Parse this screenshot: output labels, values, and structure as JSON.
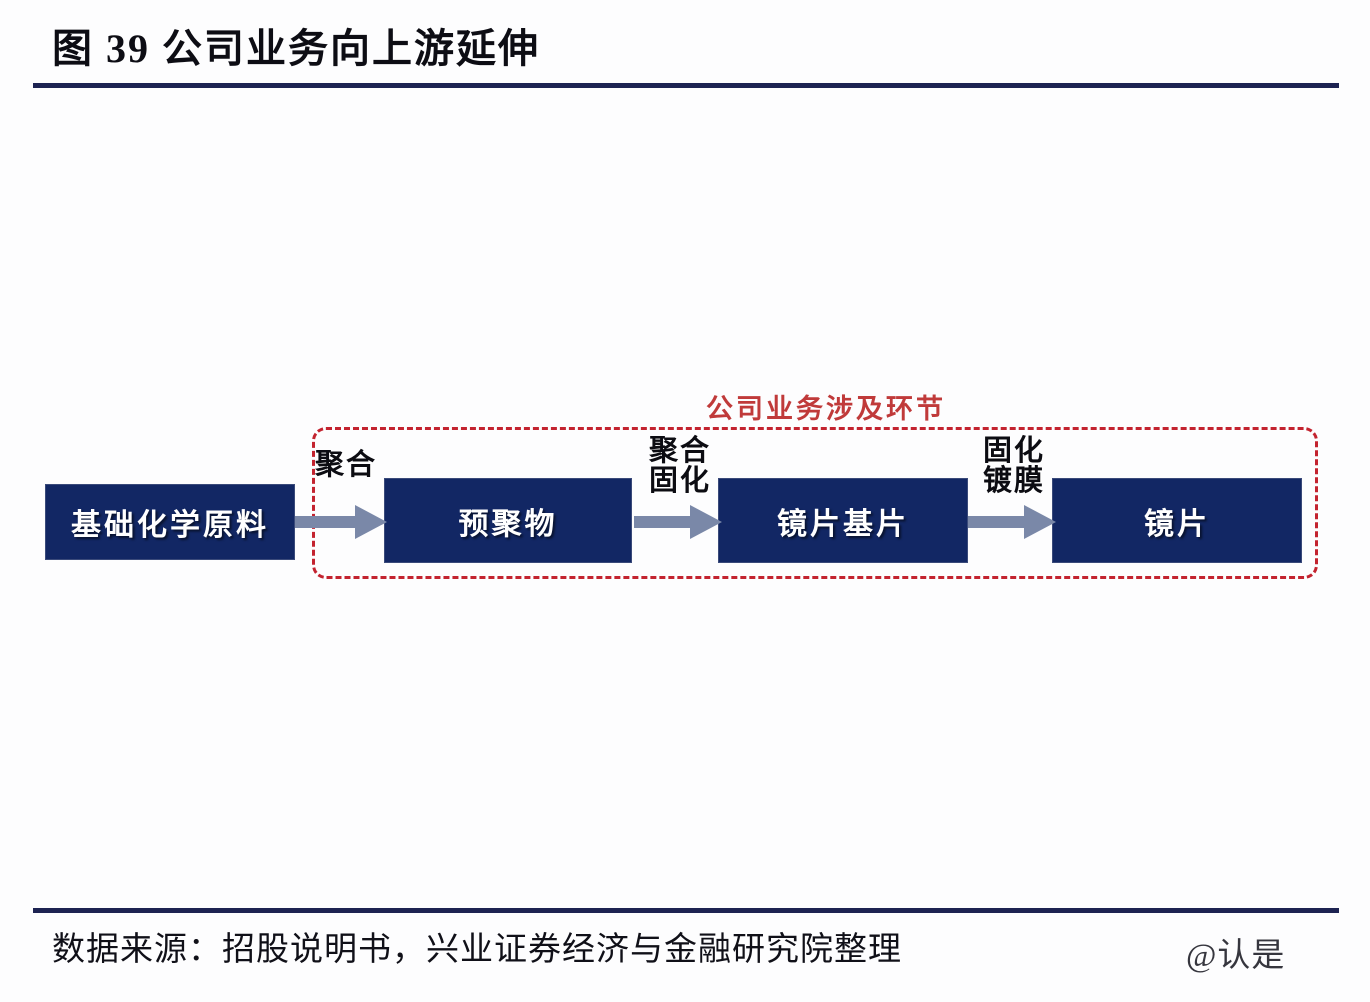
{
  "header": {
    "figure_number": "图 39",
    "title": "图 39  公司业务向上游延伸"
  },
  "footer": {
    "source": "数据来源：招股说明书，兴业证券经济与金融研究院整理",
    "watermark": "@认是"
  },
  "diagram": {
    "scope_label": "公司业务涉及环节",
    "scope_color": "#c3232f",
    "node_color": "#122764",
    "arrow_color": "#7a88a8",
    "nodes": [
      {
        "id": "raw",
        "label": "基础化学原料"
      },
      {
        "id": "prepoly",
        "label": "预聚物"
      },
      {
        "id": "substrate",
        "label": "镜片基片"
      },
      {
        "id": "lens",
        "label": "镜片"
      }
    ],
    "steps": [
      {
        "id": "step1",
        "line1": "聚合",
        "line2": ""
      },
      {
        "id": "step2",
        "line1": "聚合",
        "line2": "固化"
      },
      {
        "id": "step3",
        "line1": "固化",
        "line2": "镀膜"
      }
    ]
  },
  "chart_data": {
    "type": "diagram",
    "title": "图 39  公司业务向上游延伸",
    "flow": [
      "基础化学原料",
      "预聚物",
      "镜片基片",
      "镜片"
    ],
    "transitions": [
      "聚合",
      "聚合固化",
      "固化镀膜"
    ],
    "highlight_region": {
      "label": "公司业务涉及环节",
      "covers": [
        "预聚物",
        "镜片基片",
        "镜片"
      ]
    }
  }
}
